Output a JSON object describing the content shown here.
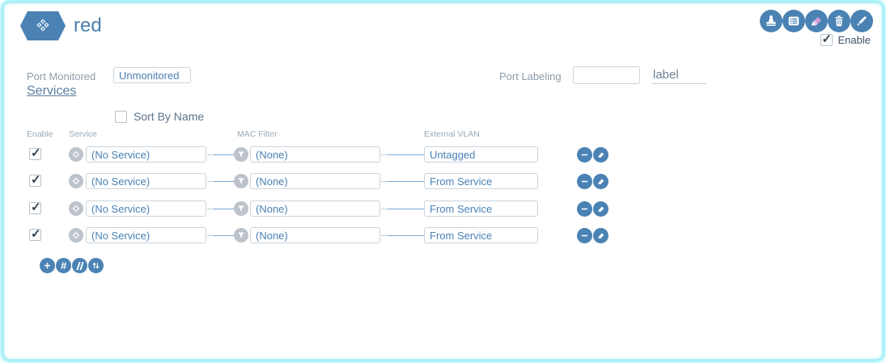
{
  "header": {
    "title": "red",
    "enable_label": "Enable",
    "enable_checked": true,
    "toolbar_icons": [
      "stamp-icon",
      "list-icon",
      "highlighter-icon",
      "trash-icon",
      "pencil-icon"
    ]
  },
  "port": {
    "monitored_label": "Port Monitored",
    "monitored_value": "Unmonitored",
    "labeling_label": "Port Labeling",
    "labeling_value": "",
    "label_value": "label"
  },
  "services": {
    "heading": "Services",
    "sort_by_name_label": "Sort By Name",
    "sort_by_name_checked": false,
    "columns": [
      "Enable",
      "Service",
      "MAC Filter",
      "External VLAN"
    ],
    "rows": [
      {
        "enabled": true,
        "service": "(No Service)",
        "mac_filter": "(None)",
        "external_vlan": "Untagged"
      },
      {
        "enabled": true,
        "service": "(No Service)",
        "mac_filter": "(None)",
        "external_vlan": "From Service"
      },
      {
        "enabled": true,
        "service": "(No Service)",
        "mac_filter": "(None)",
        "external_vlan": "From Service"
      },
      {
        "enabled": true,
        "service": "(No Service)",
        "mac_filter": "(None)",
        "external_vlan": "From Service"
      }
    ],
    "row_action_icons": [
      "minus-icon",
      "eraser-icon"
    ],
    "footer_action_icons": [
      "plus-icon",
      "hash-icon",
      "double-slash-icon",
      "reorder-arrows-icon"
    ]
  },
  "colors": {
    "accent_blue": "#4a82b4",
    "text_blue": "#4a82b4",
    "label_gray": "#8d9dab",
    "frame_cyan": "#aeeef4",
    "icon_gray": "#bcc3ca",
    "highlighter_pink": "#cf9ed8",
    "connector_blue": "#7aa7d4"
  }
}
